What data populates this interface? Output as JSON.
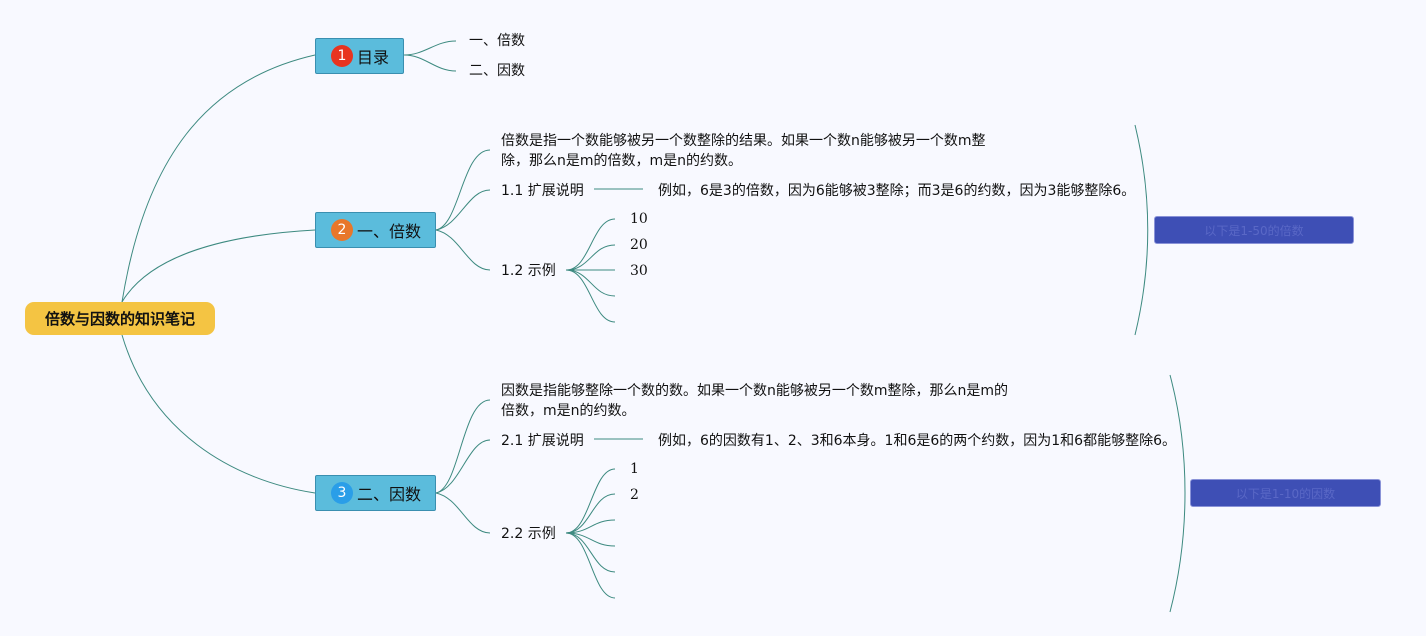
{
  "root": {
    "label": "倍数与因数的知识笔记"
  },
  "topics": [
    {
      "badge": "1",
      "label": "目录",
      "children": [
        "一、倍数",
        "二、因数"
      ]
    },
    {
      "badge": "2",
      "label": "一、倍数",
      "definition": {
        "line1": "倍数是指一个数能够被另一个数整除的结果。如果一个数n能够被另一个数m整",
        "line2": "除，那么n是m的倍数，m是n的约数。"
      },
      "extension": {
        "label": "1.1 扩展说明",
        "text": "例如，6是3的倍数，因为6能够被3整除；而3是6的约数，因为3能够整除6。"
      },
      "examples": {
        "label": "1.2 示例",
        "items": [
          "10",
          "20",
          "30"
        ]
      },
      "summary": "以下是1-50的倍数"
    },
    {
      "badge": "3",
      "label": "二、因数",
      "definition": {
        "line1": "因数是指能够整除一个数的数。如果一个数n能够被另一个数m整除，那么n是m的",
        "line2": "倍数，m是n的约数。"
      },
      "extension": {
        "label": "2.1 扩展说明",
        "text": "例如，6的因数有1、2、3和6本身。1和6是6的两个约数，因为1和6都能够整除6。"
      },
      "examples": {
        "label": "2.2 示例",
        "items": [
          "1",
          "2"
        ]
      },
      "summary": "以下是1-10的因数"
    }
  ],
  "colors": {
    "background": "#f8f9ff",
    "line": "#3d8a80",
    "root_fill": "#f4c443",
    "topic_fill": "#5bbcdc",
    "summary_fill": "#3e4fb5"
  }
}
